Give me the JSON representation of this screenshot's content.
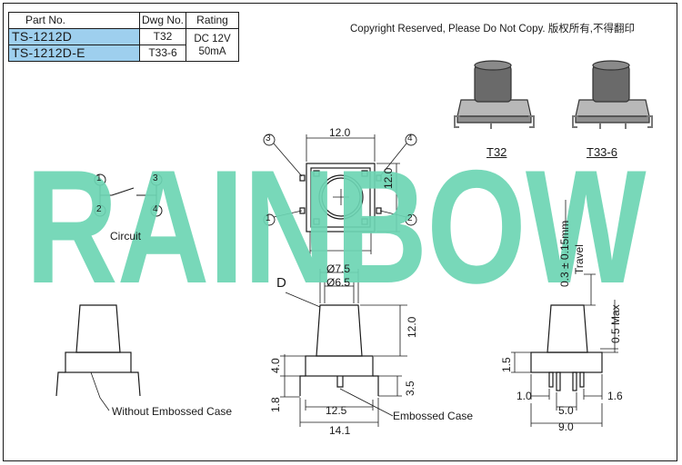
{
  "table": {
    "headers": {
      "part": "Part No.",
      "dwg": "Dwg No.",
      "rating": "Rating"
    },
    "rows": [
      {
        "part": "TS-1212D",
        "dwg": "T32"
      },
      {
        "part": "TS-1212D-E",
        "dwg": "T33-6"
      }
    ],
    "rating_line1": "DC 12V",
    "rating_line2": "50mA"
  },
  "copyright": "Copyright Reserved, Please Do Not Copy. 版权所有,不得翻印",
  "watermark": "RAINBOW",
  "photos": {
    "left_label": "T32",
    "right_label": "T33-6"
  },
  "circuit": {
    "label": "Circuit",
    "pins": [
      "1",
      "2",
      "3",
      "4"
    ]
  },
  "top_view": {
    "width_dim": "12.0",
    "height_dim": "12.0",
    "pins": [
      "3",
      "4",
      "1",
      "2"
    ]
  },
  "front_view": {
    "marker": "D",
    "dia_outer": "Ø7.5",
    "dia_inner": "Ø6.5",
    "height": "12.0",
    "body_height": "4.0",
    "lead_height": "1.8",
    "center_dist": "12.5",
    "total_width": "14.1",
    "lead_right": "3.5",
    "callout": "Embossed Case"
  },
  "left_view": {
    "callout": "Without Embossed Case"
  },
  "side_view": {
    "travel": "0.3 ± 0.15mm",
    "travel_label": "Travel",
    "max": "0.5 Max",
    "body_h": "1.5",
    "w1": "1.0",
    "w2": "5.0",
    "w3": "1.6",
    "w4": "9.0"
  }
}
